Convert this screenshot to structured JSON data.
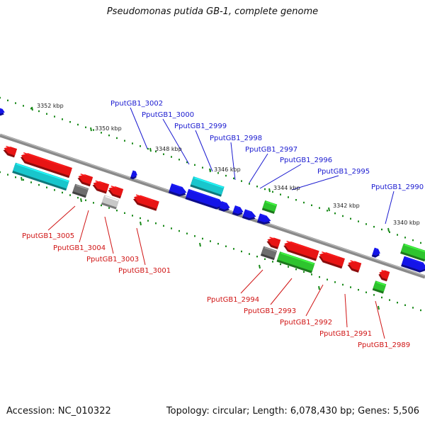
{
  "title": "Pseudomonas putida GB-1, complete genome",
  "footer": {
    "accession": "Accession: NC_010322",
    "summary": "Topology: circular; Length: 6,078,430 bp; Genes: 5,506"
  },
  "colors": {
    "red": "#e81414",
    "blue": "#1414e8",
    "cyan": "#19c6cc",
    "green": "#2ec42e",
    "grey_dark": "#6e6e6e",
    "grey_light": "#c8c8c8",
    "backbone": "#808080",
    "tick": "#1a8a1a",
    "label_blue": "#1a1ad0",
    "label_red": "#d01414"
  },
  "scale_labels": [
    "3352 kbp",
    "3350 kbp",
    "3348 kbp",
    "3346 kbp",
    "3344 kbp",
    "3342 kbp",
    "3340 kbp"
  ],
  "gene_labels": {
    "top": [
      "PputGB1_3002",
      "PputGB1_3000",
      "PputGB1_2999",
      "PputGB1_2998",
      "PputGB1_2997",
      "PputGB1_2996",
      "PputGB1_2995",
      "PputGB1_2990"
    ],
    "bottom": [
      "PputGB1_3005",
      "PputGB1_3004",
      "PputGB1_3003",
      "PputGB1_3001",
      "PputGB1_2994",
      "PputGB1_2993",
      "PputGB1_2992",
      "PputGB1_2991",
      "PputGB1_2989"
    ]
  }
}
